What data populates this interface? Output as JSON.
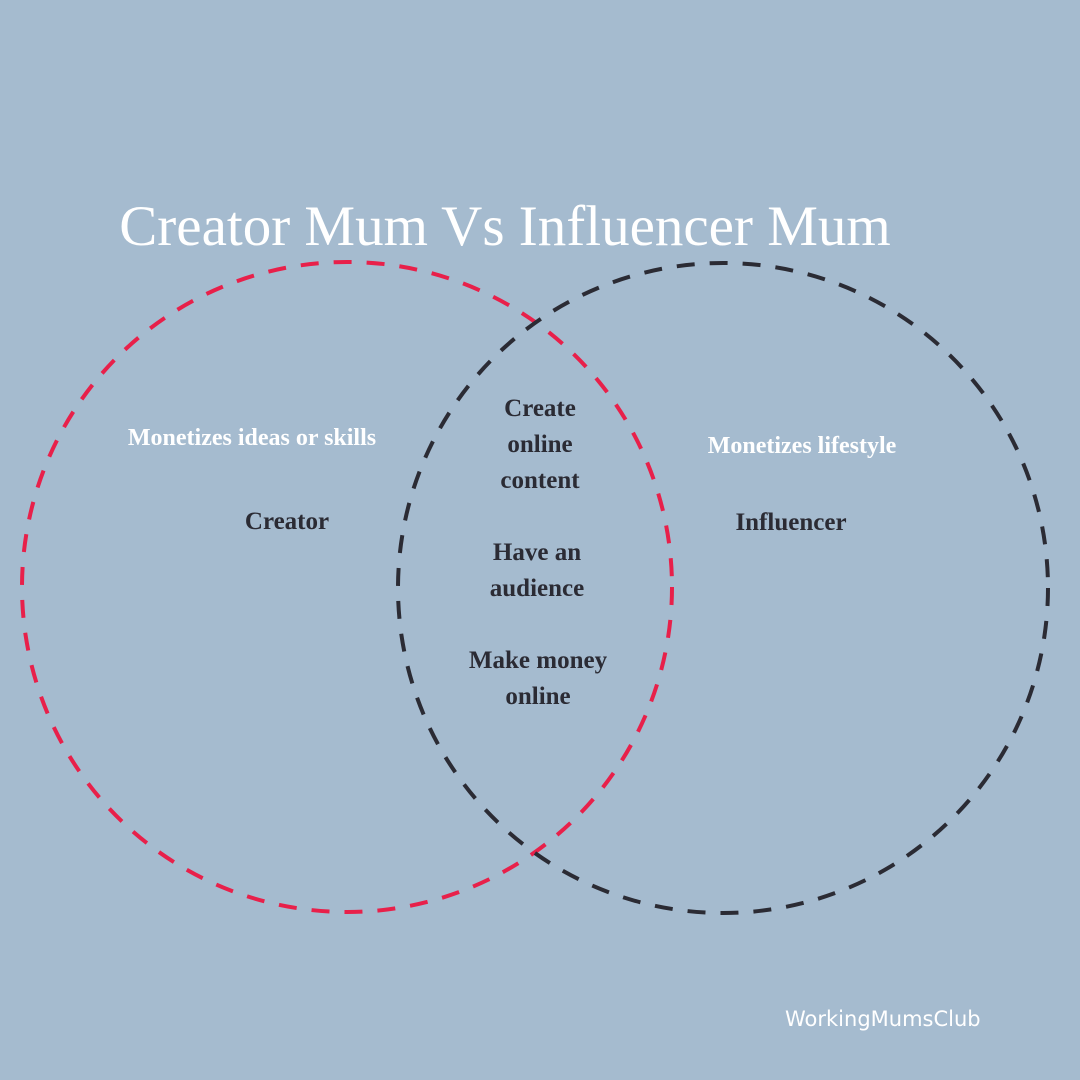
{
  "title": "Creator Mum Vs Influencer Mum",
  "left_set": {
    "name": "Creator",
    "description": "Monetizes ideas or skills",
    "outline_color": "#e8204a"
  },
  "right_set": {
    "name": "Influencer",
    "description": "Monetizes lifestyle",
    "outline_color": "#2b2b34"
  },
  "overlap": [
    "Create\nonline\ncontent",
    "Have an\naudience",
    "Make money\nonline"
  ],
  "footer": "WorkingMumsClub",
  "colors": {
    "background": "#a5bbcf",
    "title": "#ffffff",
    "dark_text": "#2b2b34"
  }
}
